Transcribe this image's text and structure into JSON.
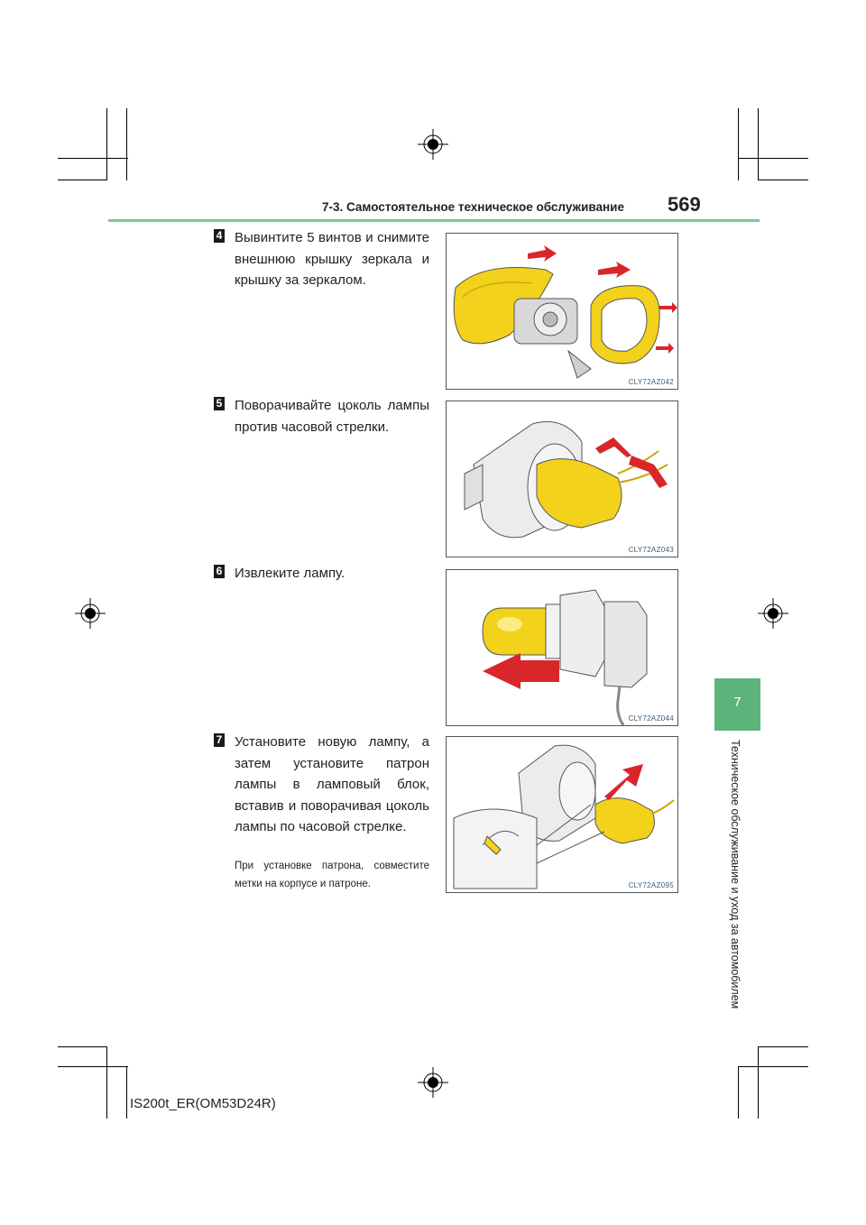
{
  "header": {
    "section_title": "7-3. Самостоятельное техническое обслуживание",
    "page_number": "569"
  },
  "side_tab": {
    "chapter_number": "7",
    "chapter_title": "Техническое обслуживание и уход за автомобилем"
  },
  "steps": [
    {
      "number": "4",
      "text": "Вывинтите 5 винтов и снимите внешнюю крышку зеркала и крышку за зеркалом.",
      "figure_code": "CLY72AZ042"
    },
    {
      "number": "5",
      "text": "Поворачивайте цоколь лампы против часовой стрелки.",
      "figure_code": "CLY72AZ043"
    },
    {
      "number": "6",
      "text": "Извлеките лампу.",
      "figure_code": "CLY72AZ044"
    },
    {
      "number": "7",
      "text": "Установите новую лампу, а затем установите патрон лампы в ламповый блок, вставив и поворачивая цоколь лампы по часовой стрелке.",
      "note": "При установке патрона, совместите метки на корпусе и патроне.",
      "figure_code": "CLY72AZ095"
    }
  ],
  "footer": {
    "document_code": "IS200t_ER(OM53D24R)"
  },
  "colors": {
    "accent_green": "#5cb47a",
    "rule_green": "#7ec89a",
    "part_yellow": "#f2d21a",
    "arrow_red": "#d9262b"
  }
}
